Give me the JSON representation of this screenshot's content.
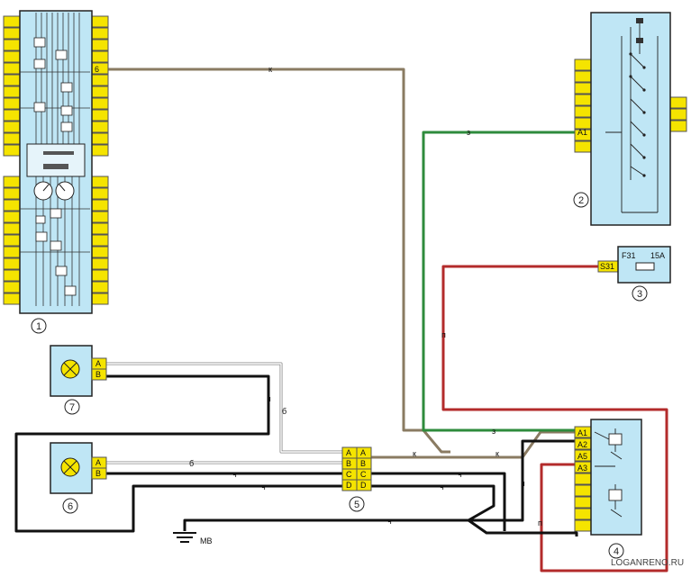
{
  "components": {
    "c1": {
      "number": "1",
      "pin_label": "6"
    },
    "c2": {
      "number": "2",
      "pin_label": "A1"
    },
    "c3": {
      "number": "3",
      "pin_label": "S31",
      "fuse_name": "F31",
      "fuse_rating": "15A"
    },
    "c4": {
      "number": "4",
      "pins": [
        "A1",
        "A2",
        "A5",
        "A3"
      ]
    },
    "c5": {
      "number": "5",
      "pins_left": [
        "A",
        "B",
        "C",
        "D"
      ],
      "pins_right": [
        "A",
        "B",
        "C",
        "D"
      ]
    },
    "c6": {
      "number": "6",
      "pins": [
        "A",
        "B"
      ]
    },
    "c7": {
      "number": "7",
      "pins": [
        "A",
        "B"
      ]
    }
  },
  "wire_labels": {
    "brown": "к",
    "green": "з",
    "red": "п",
    "white": "б",
    "black": "ч"
  },
  "ground_label": "МВ",
  "watermark": "LOGANRENO.RU",
  "colors": {
    "connector_yellow": "#f5e400",
    "panel_blue": "#bfe6f5",
    "wire_brown": "#8a7b62",
    "wire_green": "#2e8b3c",
    "wire_red": "#b32b2b",
    "wire_black": "#111111",
    "wire_white": "#cfcfcf"
  }
}
